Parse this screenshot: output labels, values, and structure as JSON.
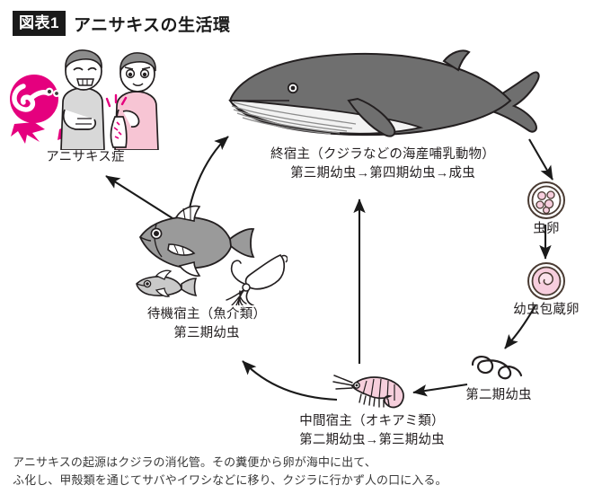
{
  "header": {
    "badge": "図表1",
    "title": "アニサキスの生活環"
  },
  "nodes": {
    "disease": {
      "label": "アニサキス症",
      "icon": "sick-people-icon"
    },
    "final_host": {
      "line1": "終宿主（クジラなどの海産哺乳動物）",
      "line2": "第三期幼虫→第四期幼虫→成虫",
      "icon": "whale-icon"
    },
    "eggs": {
      "label": "虫卵",
      "icon": "egg-morula-icon"
    },
    "larvated_egg": {
      "label": "幼虫包蔵卵",
      "icon": "larvated-egg-icon"
    },
    "second_stage": {
      "label": "第二期幼虫",
      "icon": "coiled-larva-icon"
    },
    "intermediate_host": {
      "line1": "中間宿主（オキアミ類）",
      "line2": "第二期幼虫→第三期幼虫",
      "icon": "krill-icon"
    },
    "paratenic_host": {
      "line1": "待機宿主（魚介類）",
      "line2": "第三期幼虫",
      "icon": "fish-squid-icon"
    }
  },
  "caption": {
    "line1": "アニサキスの起源はクジラの消化管。その糞便から卵が海中に出て、",
    "line2": "ふ化し、甲殻類を通じてサバやイワシなどに移り、クジラに行かず人の口に入る。"
  },
  "colors": {
    "whale_body": "#6f6f6f",
    "whale_belly": "#f2f2f2",
    "fish_body": "#9a9a9a",
    "small_fish_body": "#c9c9c9",
    "krill_pink": "#f6cfdc",
    "egg_pink": "#f7cede",
    "magenta": "#e5007e",
    "skin": "#ffffff",
    "shirt_gray": "#d8d8d8",
    "shirt_pink": "#f7c5d4",
    "hair_gray": "#8c8c8c",
    "outline": "#231f20"
  }
}
